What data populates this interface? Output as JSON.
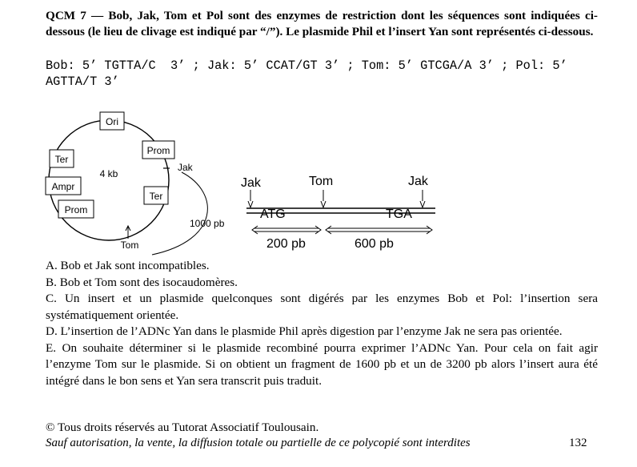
{
  "question": {
    "text": "QCM 7 — Bob, Jak, Tom et Pol sont des enzymes de restriction dont les séquences sont indiquées ci-dessous (le lieu de clivage est indiqué par “/”). Le plasmide Phil et l’insert Yan sont représentés ci-dessous."
  },
  "enzymes": {
    "line": "Bob: 5’ TGTTA/C  3’ ; Jak: 5’ CCAT/GT 3’ ; Tom: 5’ GTCGA/A 3’ ; Pol: 5’ AGTTA/T 3’"
  },
  "plasmid": {
    "size_label": "4 kb",
    "ori": "Ori",
    "prom_top": "Prom",
    "jak": "Jak",
    "ter_right": "Ter",
    "ter_left": "Ter",
    "ampr": "Ampr",
    "prom_bottom": "Prom",
    "tom": "Tom",
    "arc_label": "1000 pb"
  },
  "insert": {
    "jak_left": "Jak",
    "tom": "Tom",
    "jak_right": "Jak",
    "atg": "ATG",
    "tga": "TGA",
    "len1": "200 pb",
    "len2": "600 pb"
  },
  "answers": {
    "a": "A. Bob et Jak sont incompatibles.",
    "b": "B. Bob et Tom sont des isocaudomères.",
    "c": "C. Un insert et un plasmide quelconques sont digérés par les enzymes Bob et Pol: l’insertion sera systématiquement orientée.",
    "d": "D. L’insertion de l’ADNc Yan dans le plasmide Phil après digestion par l’enzyme Jak ne sera pas orientée.",
    "e": "E. On souhaite déterminer si le plasmide recombiné pourra exprimer l’ADNc Yan. Pour cela on fait agir l’enzyme Tom sur le plasmide. Si on obtient un fragment de 1600 pb et un de 3200 pb alors l’insert aura été intégré dans le bon sens et Yan sera transcrit puis traduit."
  },
  "footer": {
    "copyright": "© Tous droits réservés au Tutorat Associatif Toulousain.",
    "disclaimer": "Sauf autorisation, la vente, la diffusion totale ou partielle de ce polycopié sont interdites",
    "page_number": "132"
  }
}
